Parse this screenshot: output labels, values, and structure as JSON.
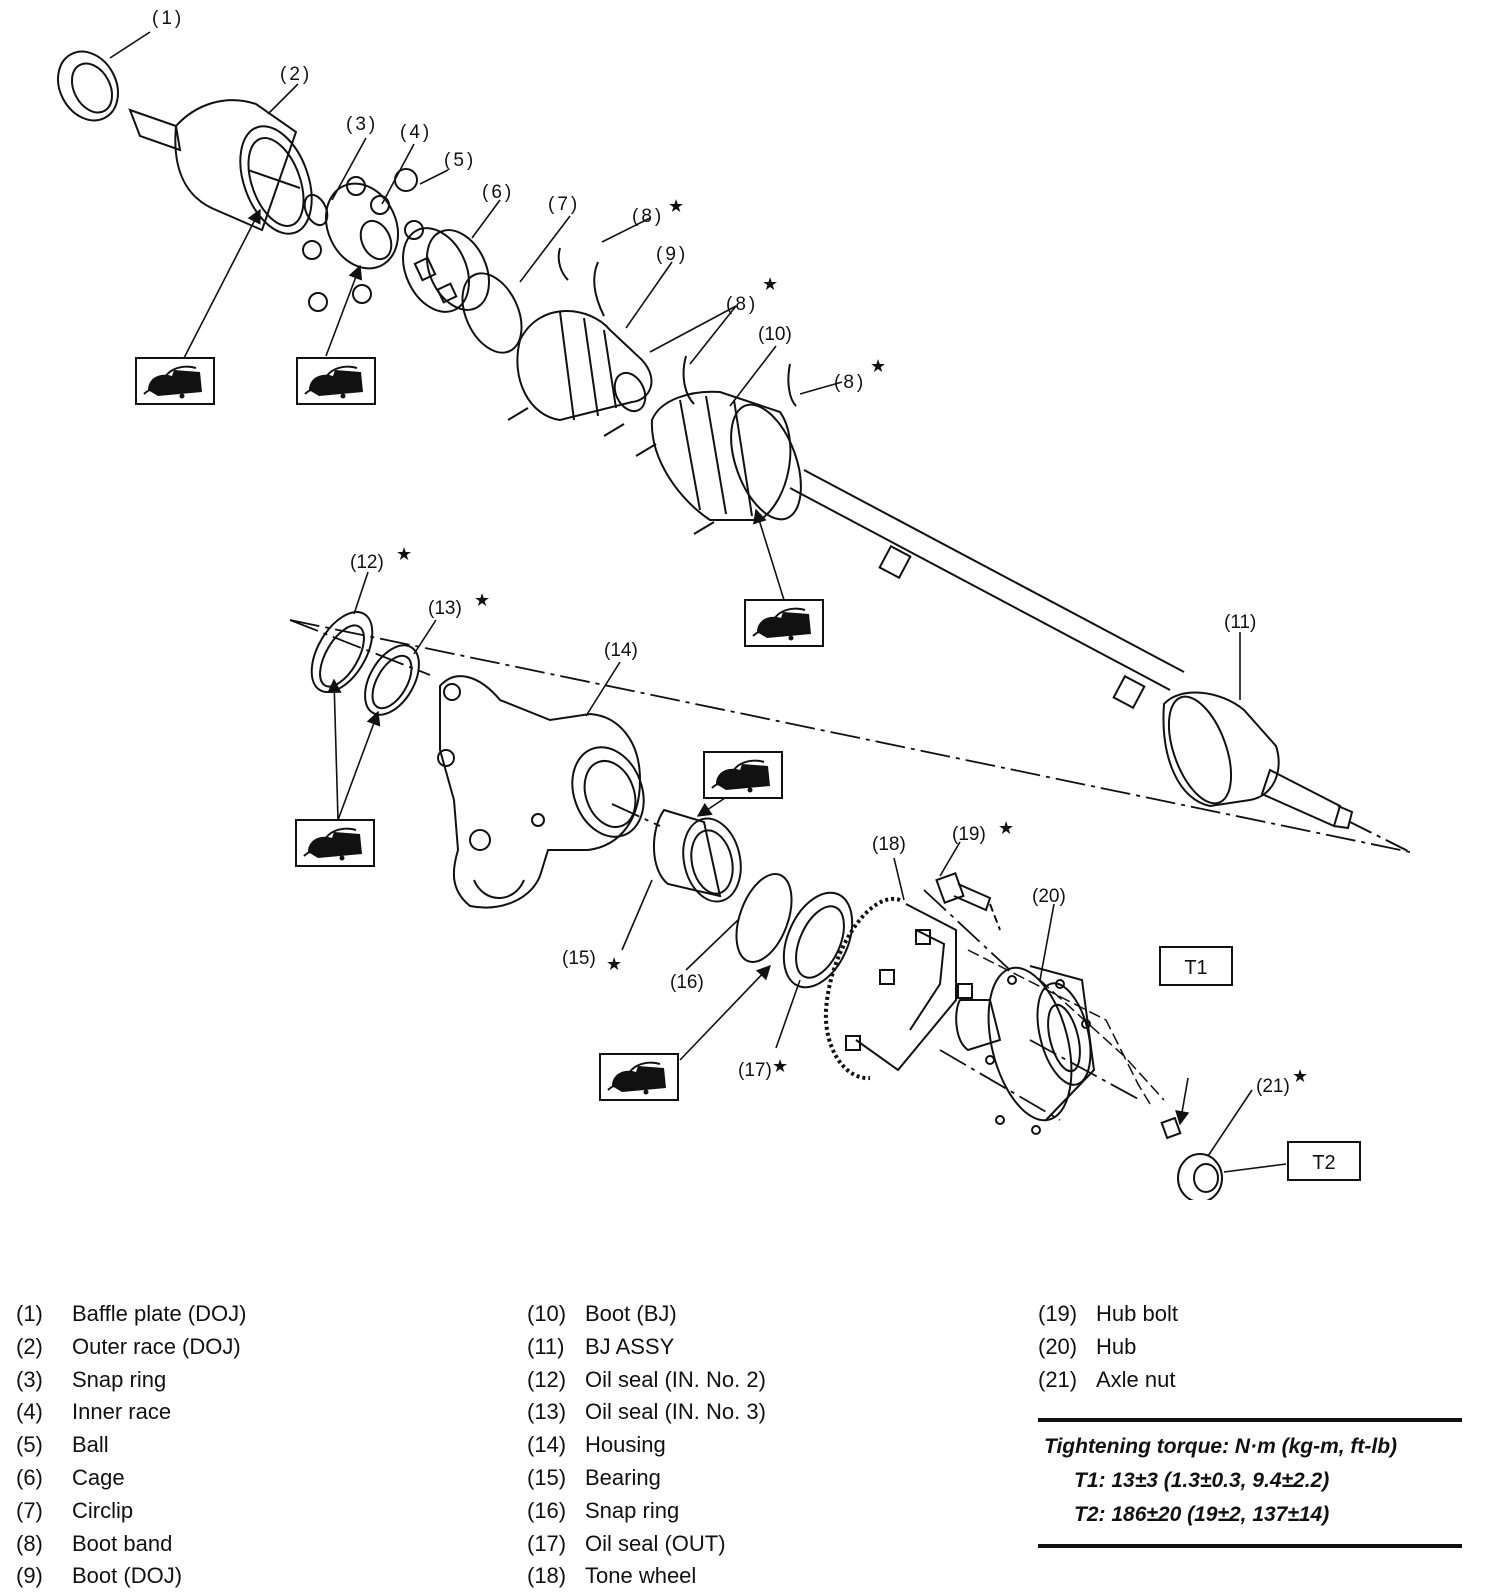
{
  "callouts": [
    {
      "id": "1",
      "text": "(1)"
    },
    {
      "id": "2",
      "text": "(2)"
    },
    {
      "id": "3",
      "text": "(3)"
    },
    {
      "id": "4",
      "text": "(4)"
    },
    {
      "id": "5",
      "text": "(5)"
    },
    {
      "id": "6",
      "text": "(6)"
    },
    {
      "id": "7",
      "text": "(7)"
    },
    {
      "id": "8a",
      "text": "(8)"
    },
    {
      "id": "8b",
      "text": "(8)"
    },
    {
      "id": "8c",
      "text": "(8)"
    },
    {
      "id": "9",
      "text": "(9)"
    },
    {
      "id": "10",
      "text": "(10)"
    },
    {
      "id": "11",
      "text": "(11)"
    },
    {
      "id": "12",
      "text": "(12)"
    },
    {
      "id": "13",
      "text": "(13)"
    },
    {
      "id": "14",
      "text": "(14)"
    },
    {
      "id": "15",
      "text": "(15)"
    },
    {
      "id": "16",
      "text": "(16)"
    },
    {
      "id": "17",
      "text": "(17)"
    },
    {
      "id": "18",
      "text": "(18)"
    },
    {
      "id": "19",
      "text": "(19)"
    },
    {
      "id": "20",
      "text": "(20)"
    },
    {
      "id": "21",
      "text": "(21)"
    }
  ],
  "star_symbol": "★",
  "torque_tags": {
    "t1": "T1",
    "t2": "T2"
  },
  "legend": {
    "col1": [
      {
        "num": "(1)",
        "label": "Baffle plate (DOJ)"
      },
      {
        "num": "(2)",
        "label": "Outer race (DOJ)"
      },
      {
        "num": "(3)",
        "label": "Snap ring"
      },
      {
        "num": "(4)",
        "label": "Inner race"
      },
      {
        "num": "(5)",
        "label": "Ball"
      },
      {
        "num": "(6)",
        "label": "Cage"
      },
      {
        "num": "(7)",
        "label": "Circlip"
      },
      {
        "num": "(8)",
        "label": "Boot band"
      },
      {
        "num": "(9)",
        "label": "Boot (DOJ)"
      }
    ],
    "col2": [
      {
        "num": "(10)",
        "label": "Boot (BJ)"
      },
      {
        "num": "(11)",
        "label": "BJ ASSY"
      },
      {
        "num": "(12)",
        "label": "Oil seal (IN. No. 2)"
      },
      {
        "num": "(13)",
        "label": "Oil seal (IN. No. 3)"
      },
      {
        "num": "(14)",
        "label": "Housing"
      },
      {
        "num": "(15)",
        "label": "Bearing"
      },
      {
        "num": "(16)",
        "label": "Snap ring"
      },
      {
        "num": "(17)",
        "label": "Oil seal (OUT)"
      },
      {
        "num": "(18)",
        "label": "Tone wheel"
      }
    ],
    "col3": [
      {
        "num": "(19)",
        "label": "Hub bolt"
      },
      {
        "num": "(20)",
        "label": "Hub"
      },
      {
        "num": "(21)",
        "label": "Axle nut"
      }
    ]
  },
  "torque": {
    "heading": "Tightening torque: N·m (kg-m, ft-lb)",
    "t1": "T1: 13±3 (1.3±0.3, 9.4±2.2)",
    "t2": "T2: 186±20 (19±2, 137±14)"
  }
}
